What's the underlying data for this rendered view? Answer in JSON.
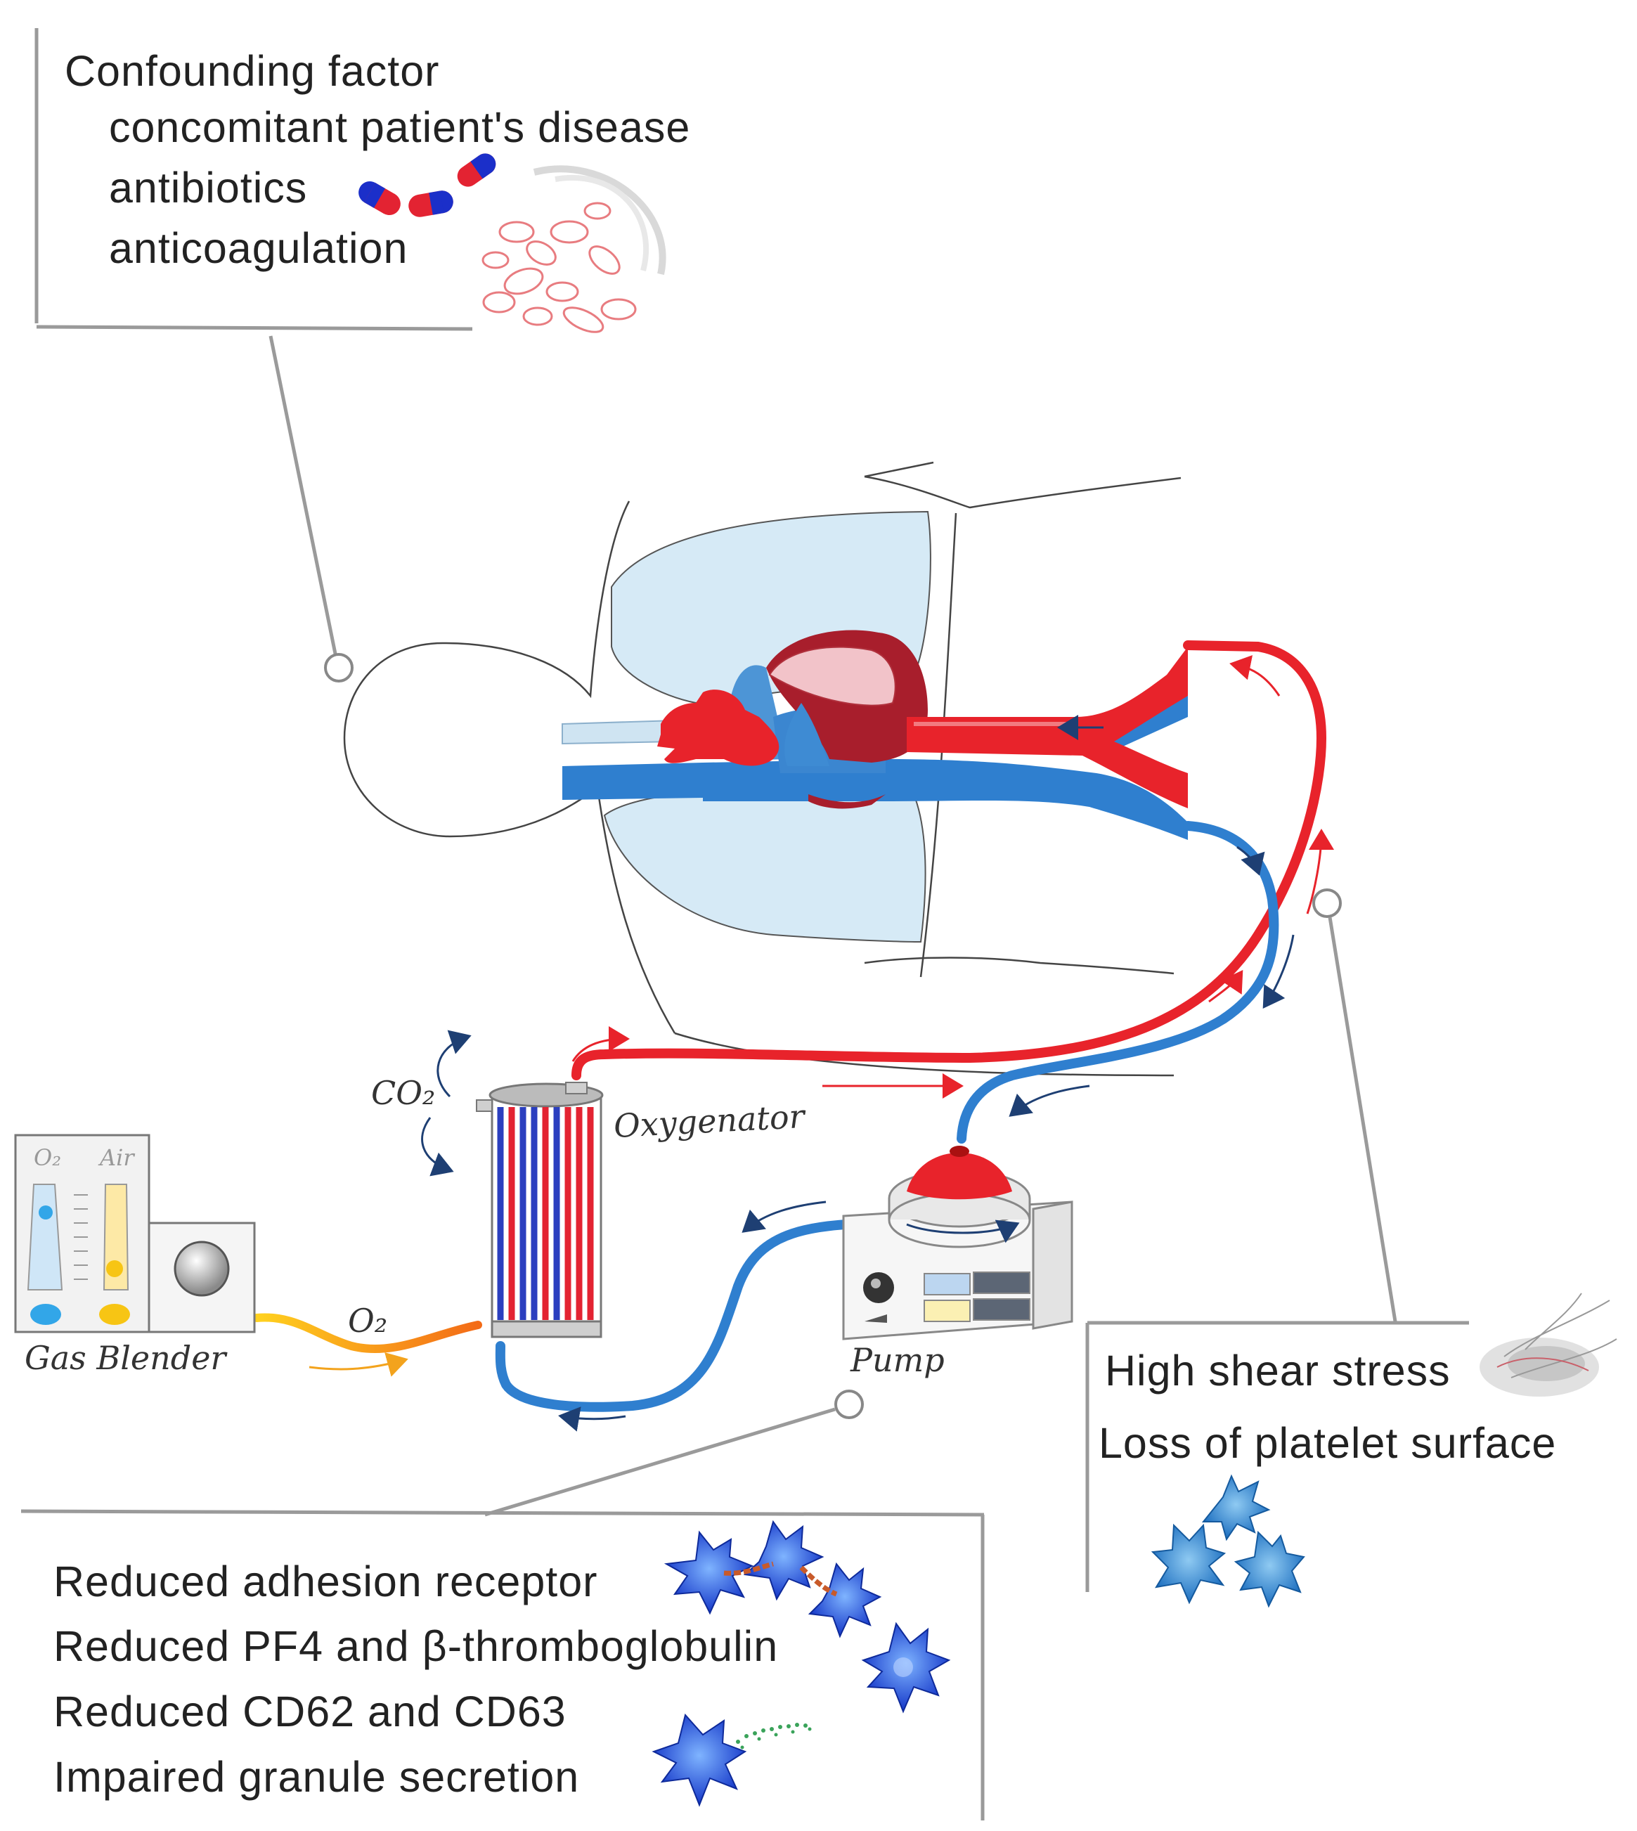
{
  "confounding": {
    "title": "Confounding factor",
    "items": [
      "concomitant patient's disease",
      "antibiotics",
      "anticoagulation"
    ]
  },
  "shear": {
    "lines": [
      "High shear stress",
      "Loss of platelet surface"
    ]
  },
  "platelet_effects": {
    "lines": [
      "Reduced adhesion receptor",
      "Reduced PF4 and β-thromboglobulin",
      "Reduced CD62 and CD63",
      "Impaired granule secretion"
    ]
  },
  "device_labels": {
    "co2": "CO₂",
    "oxygenator": "Oxygenator",
    "o2_tube": "O₂",
    "pump": "Pump",
    "gas_blender": "Gas Blender",
    "blender_o2": "O₂",
    "blender_air": "Air"
  },
  "colors": {
    "arterial": "#e8232b",
    "venous": "#2f7fcf",
    "lung": "#d6eaf6",
    "platelet": "#1f4fd8",
    "gas": "#f7a21a"
  }
}
